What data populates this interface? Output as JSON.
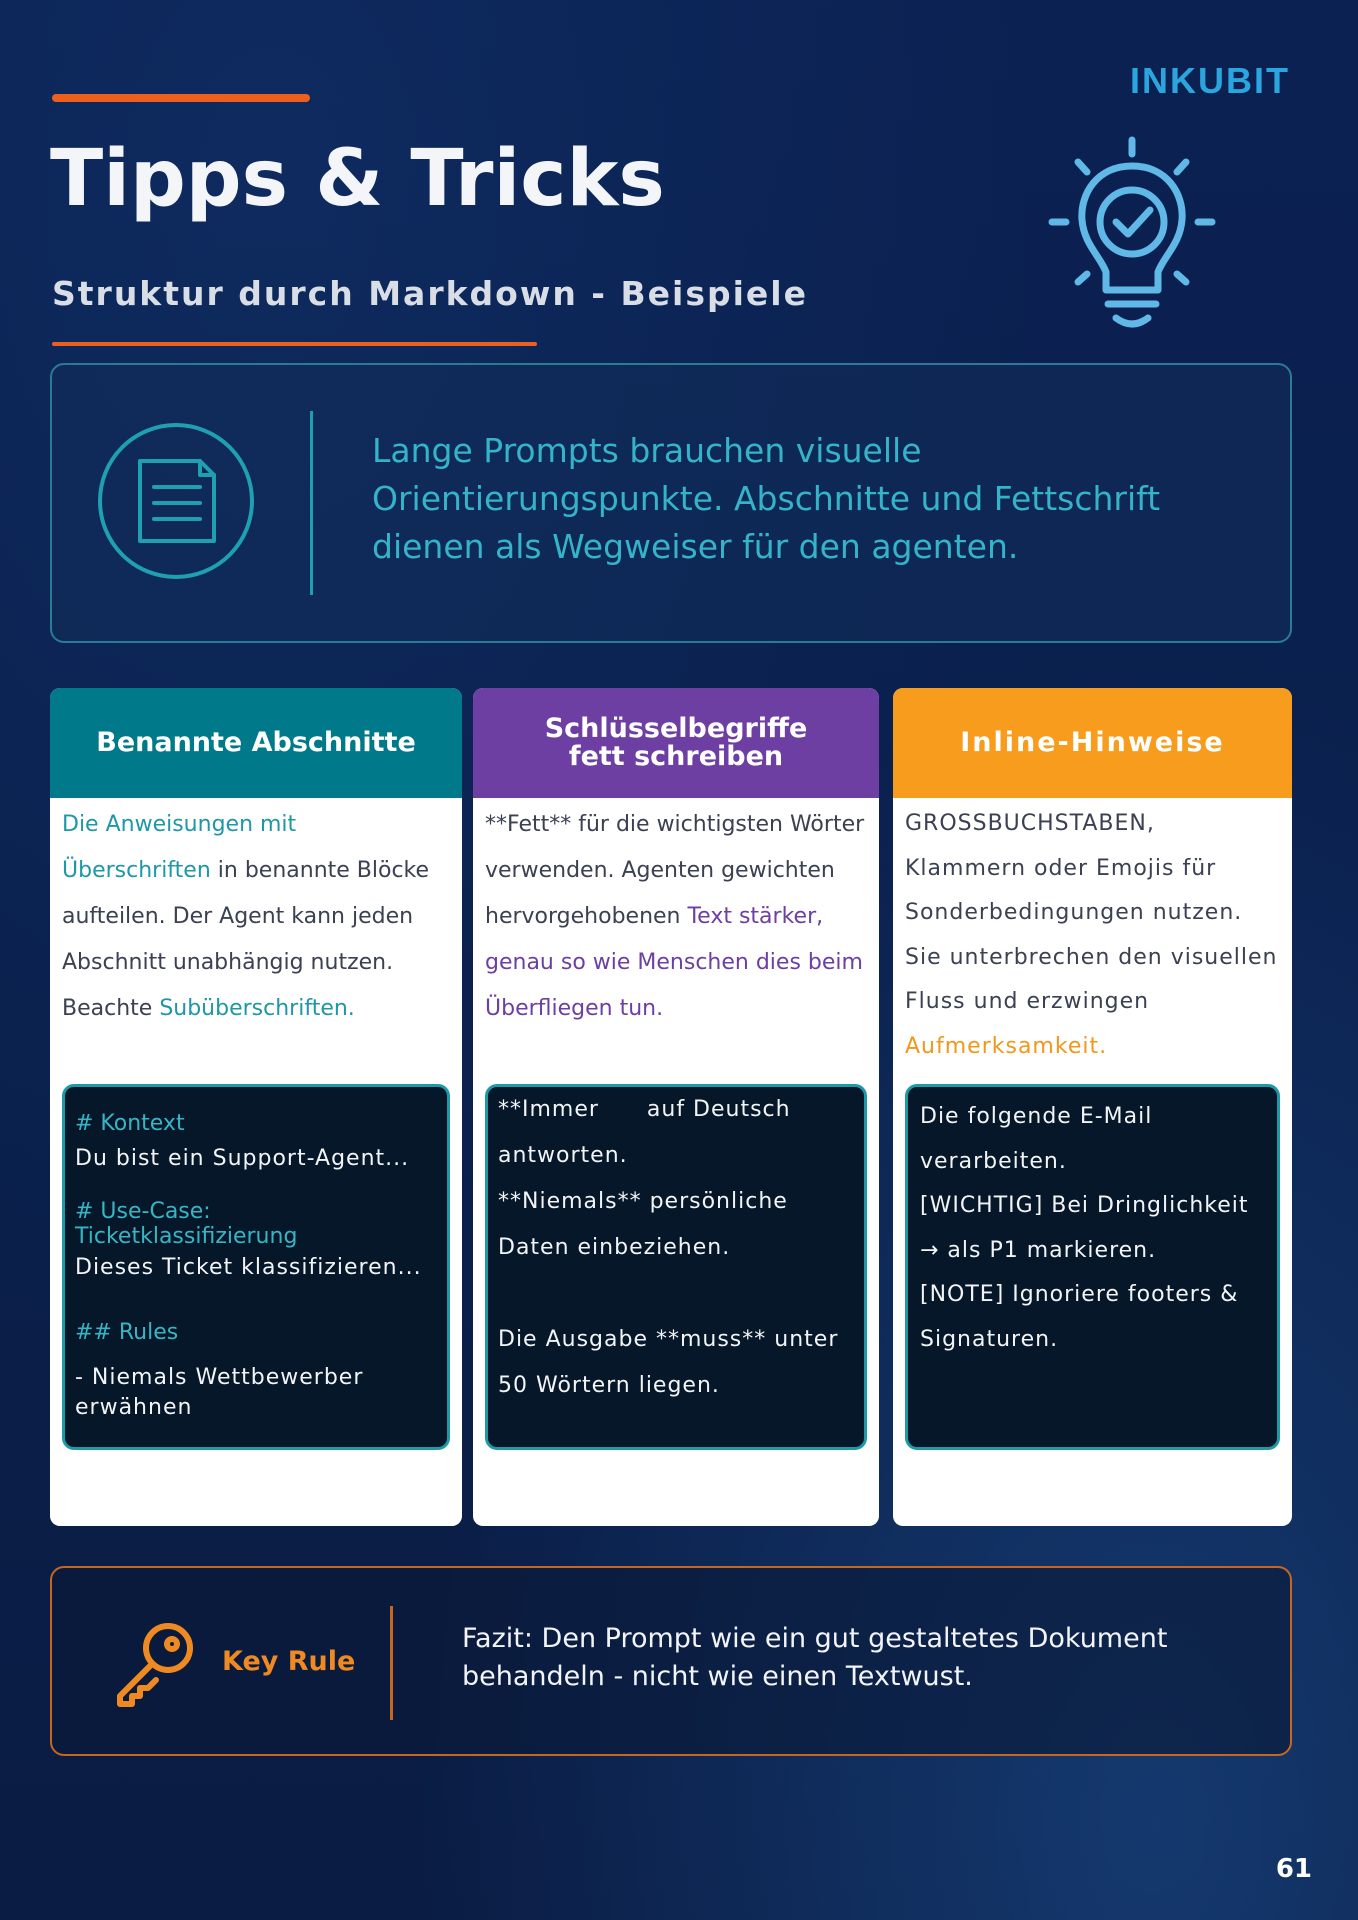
{
  "brand": {
    "logo_text": "INKUBIT"
  },
  "header": {
    "title": "Tipps & Tricks",
    "subtitle": "Struktur durch Markdown - Beispiele"
  },
  "intro": {
    "text": "Lange Prompts brauchen visuelle Orientierungspunkte. Abschnitte und Fettschrift dienen als Wegweiser für den agenten."
  },
  "cards": [
    {
      "title": "Benannte Abschnitte",
      "body": [
        {
          "text": "Die Anweisungen mit Überschriften",
          "accent": true
        },
        {
          "text": " in benannte Blöcke aufteilen. Der Agent kann jeden Abschnitt unabhängig nutzen. Beachte ",
          "accent": false
        },
        {
          "text": "Subüberschriften.",
          "accent": true
        }
      ],
      "code": [
        {
          "text": "# Kontext",
          "accent": true
        },
        {
          "text": "Du bist ein Support-Agent...",
          "accent": false
        },
        {
          "text": "# Use-Case: Ticketklassifizierung",
          "accent": true
        },
        {
          "text": "Dieses Ticket klassifizieren...",
          "accent": false
        },
        {
          "text": "## Rules",
          "accent": true
        },
        {
          "text": "- Niemals Wettbewerber erwähnen",
          "accent": false
        }
      ]
    },
    {
      "title_line1": "Schlüsselbegriffe",
      "title_line2": "fett schreiben",
      "body": [
        {
          "text": "**Fett** für die wichtigsten Wörter verwenden. Agenten gewichten hervorgehobenen ",
          "accent": false
        },
        {
          "text": "Text stärker, genau so wie Menschen dies beim Überfliegen tun.",
          "accent": true
        }
      ],
      "code": [
        "**Immer      auf Deutsch antworten.",
        "**Niemals** persönliche Daten einbeziehen.",
        "Die Ausgabe **muss** unter 50 Wörtern liegen."
      ]
    },
    {
      "title": "Inline-Hinweise",
      "body": [
        {
          "text": "GROSSBUCHSTABEN, Klammern oder Emojis für Sonderbedingungen nutzen. Sie unterbrechen den visuellen Fluss und erzwingen ",
          "accent": false
        },
        {
          "text": "Aufmerksamkeit.",
          "accent": true
        }
      ],
      "code": [
        "Die folgende E-Mail verarbeiten.",
        "[WICHTIG] Bei Dringlichkeit → als P1 markieren.",
        "[NOTE] Ignoriere footers & Signaturen."
      ]
    }
  ],
  "key_rule": {
    "label": "Key Rule",
    "text": "Fazit: Den Prompt wie ein gut gestaltetes Dokument behandeln - nicht wie einen Textwust."
  },
  "page_number": "61",
  "icons": [
    "lightbulb-check-icon",
    "document-icon",
    "key-icon"
  ],
  "colors": {
    "accent_orange": "#ec5f1c",
    "teal": "#007a8a",
    "purple": "#6d3fa3",
    "amber": "#f79c1c",
    "logo_blue": "#2aa5dd"
  }
}
